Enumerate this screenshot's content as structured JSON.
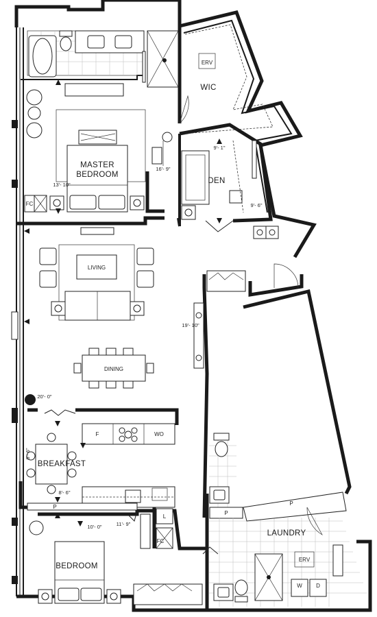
{
  "rooms": {
    "wic": "WIC",
    "erv_wic": "ERV",
    "master_line1": "MASTER",
    "master_line2": "BEDROOM",
    "den": "DEN",
    "living": "LIVING",
    "dining": "DINING",
    "breakfast": "BREAKFAST",
    "laundry": "LAUNDRY",
    "erv_laundry": "ERV",
    "bedroom": "BEDROOM"
  },
  "fixtures": {
    "fridge": "F",
    "wall_oven": "WO",
    "fan_coil_master": "FC",
    "fan_coil_bedroom": "FC",
    "pantry_breakfast": "P",
    "pantry_hall": "P",
    "pantry_laundry": "P",
    "linen": "L",
    "washer": "W",
    "dryer": "D"
  },
  "dimensions": {
    "master_width": "13'- 10\"",
    "master_depth": "16'- 9\"",
    "den_width": "9'- 1\"",
    "den_depth": "9'- 6\"",
    "living_length": "19'- 10\"",
    "living_width": "20'- 0\"",
    "breakfast_width": "8'- 6\"",
    "breakfast_depth": "6'- 6\"",
    "bedroom_width": "10'- 0\"",
    "bedroom_depth": "11'- 9\""
  }
}
